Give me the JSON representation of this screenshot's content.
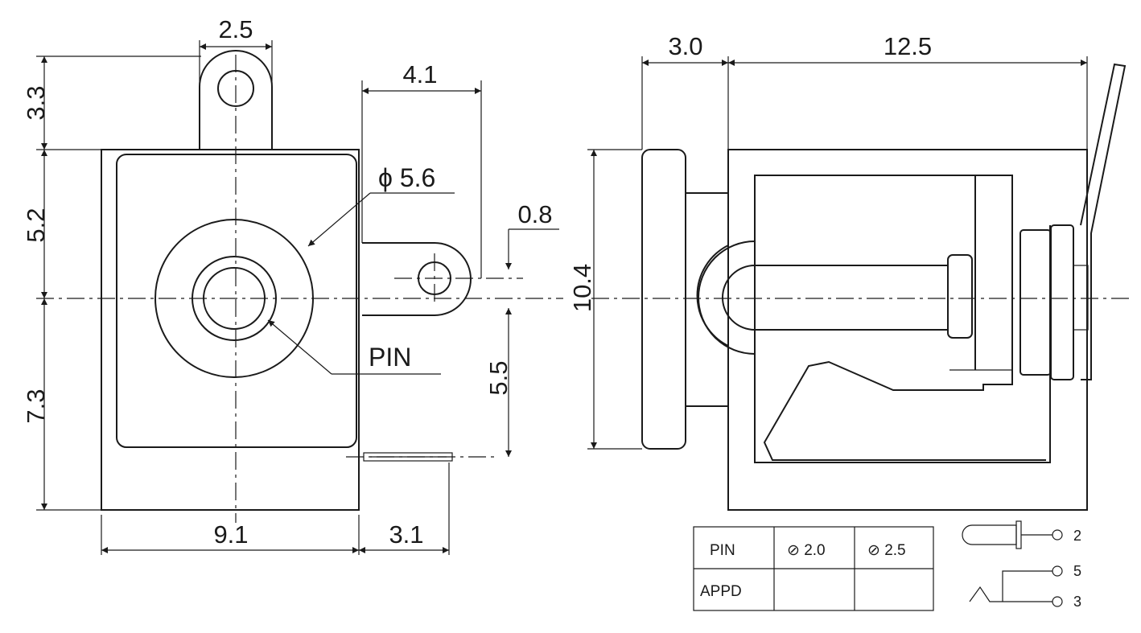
{
  "front_view": {
    "dim_tab_width": "2.5",
    "dim_tab_height": "3.3",
    "dim_upper": "5.2",
    "dim_lower": "7.3",
    "dim_body_width": "9.1",
    "dim_side_offset": "3.1",
    "dim_lug_offset": "4.1",
    "dim_lug_hole": "0.8",
    "dim_lug_height": "5.5",
    "diameter_label": "ϕ 5.6",
    "pin_label": "PIN"
  },
  "side_view": {
    "dim_flange": "3.0",
    "dim_length": "12.5",
    "dim_height": "10.4"
  },
  "spec_table": {
    "header": [
      "PIN",
      "⊘ 2.0",
      "⊘ 2.5"
    ],
    "row2_label": "APPD"
  },
  "schematic": {
    "pin_labels": [
      "2",
      "5",
      "3"
    ]
  }
}
